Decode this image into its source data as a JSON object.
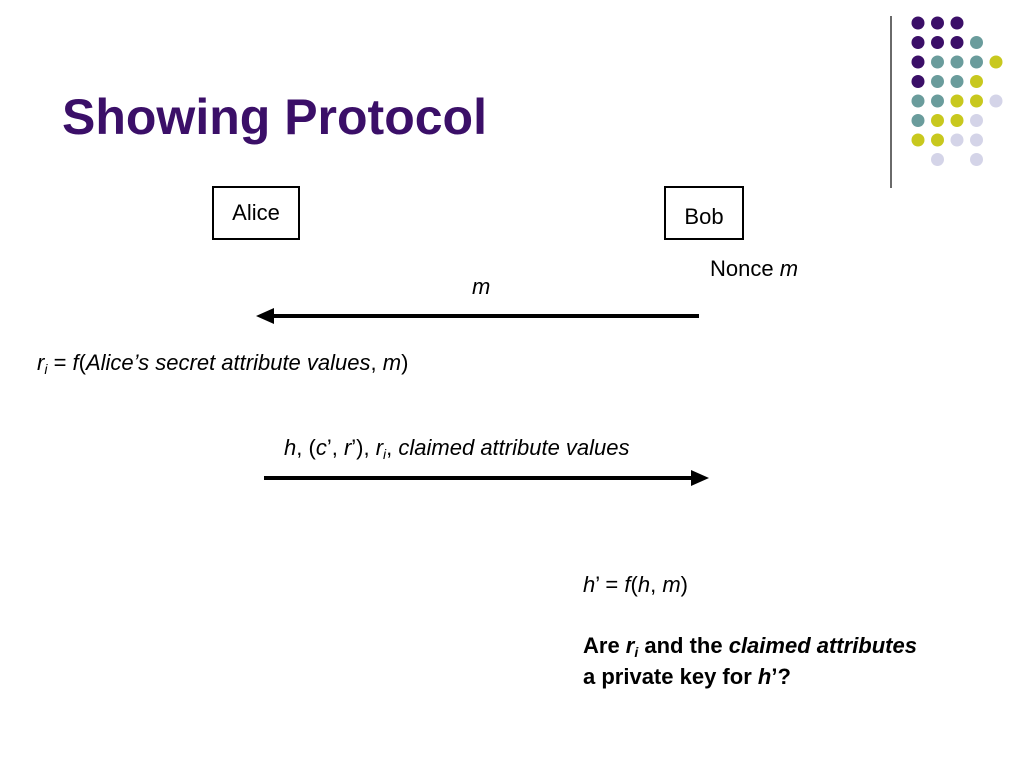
{
  "slide": {
    "title": "Showing Protocol",
    "accent_colors": {
      "title": "#3b0f68",
      "dot_purple": "#3b0f68",
      "dot_teal": "#6a9c9c",
      "dot_yellow": "#c8c81e",
      "dot_lavender": "#d4d4e8"
    }
  },
  "diagram": {
    "alice_label": "Alice",
    "bob_label": "Bob",
    "nonce": {
      "label": "Nonce ",
      "var": "m"
    },
    "message1": {
      "var": "m"
    },
    "ri_formula": {
      "r": "r",
      "sub_i": "i",
      "eq": " = ",
      "f": "f",
      "open": "(",
      "arg1": "Alice’s secret attribute values",
      "comma": ", ",
      "arg2": "m",
      "close": ")"
    },
    "message2": {
      "h": "h",
      "p1": ", (",
      "c": "c",
      "p2": "’, ",
      "r": "r",
      "p3": "’), ",
      "ri": "r",
      "sub_i": "i",
      "p4": ", ",
      "claimed": "claimed attribute values"
    },
    "hprime_formula": {
      "h": "h",
      "p1": "’ = ",
      "f": "f",
      "p2": "(",
      "h2": "h",
      "p3": ", ",
      "m": "m",
      "p4": ")"
    },
    "question": {
      "are": "Are ",
      "r": "r",
      "sub_i": "i",
      "and_the": " and the ",
      "claimed": "claimed attributes",
      "line2_a": "a private key for ",
      "h": "h",
      "line2_b": "’?"
    }
  }
}
